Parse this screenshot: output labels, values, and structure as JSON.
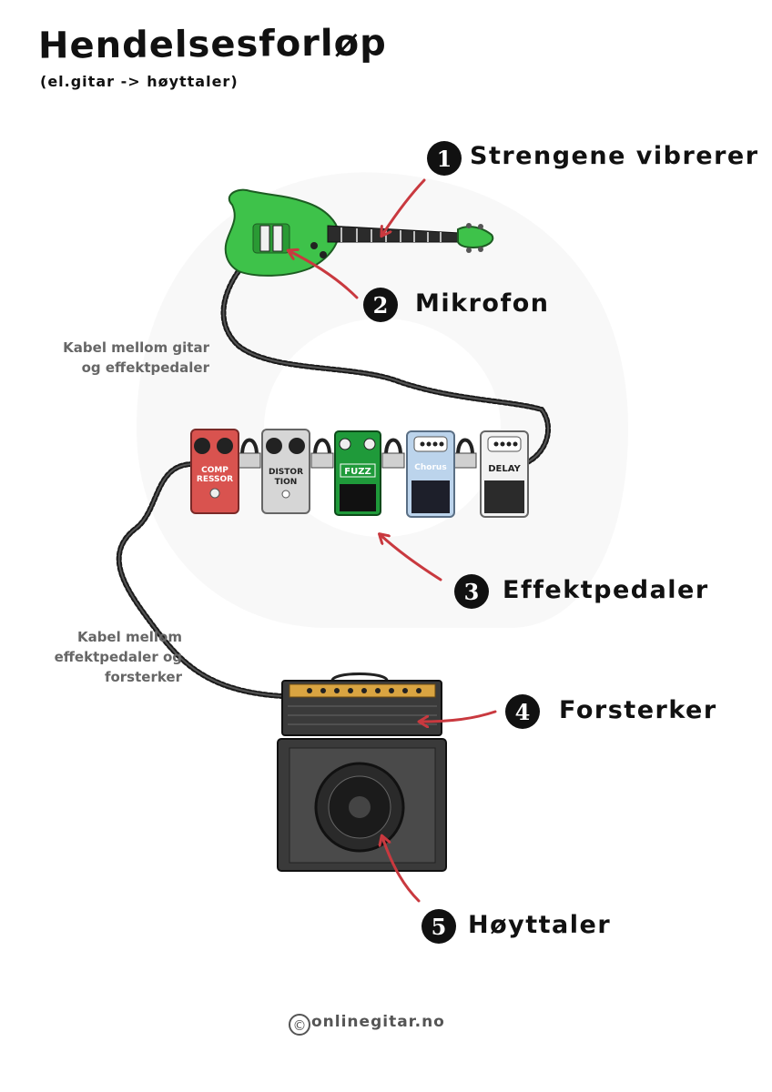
{
  "header": {
    "title": "Hendelsesforløp",
    "subtitle": "(el.gitar -> høyttaler)"
  },
  "steps": [
    {
      "number": "1",
      "label": "Strengene vibrerer"
    },
    {
      "number": "2",
      "label": "Mikrofon"
    },
    {
      "number": "3",
      "label": "Effektpedaler"
    },
    {
      "number": "4",
      "label": "Forsterker"
    },
    {
      "number": "5",
      "label": "Høyttaler"
    }
  ],
  "cable_notes": {
    "guitar_to_pedals": [
      "Kabel mellom gitar",
      "og effektpedaler"
    ],
    "pedals_to_amp": [
      "Kabel mellom",
      "effektpedaler og",
      "forsterker"
    ]
  },
  "pedals": [
    {
      "line1": "COMP",
      "line2": "RESSOR",
      "color": "#d9534f"
    },
    {
      "line1": "DISTOR",
      "line2": "TION",
      "color": "#d6d6d6"
    },
    {
      "line1": "FUZZ",
      "line2": "",
      "color": "#1f9a3a"
    },
    {
      "line1": "Chorus",
      "line2": "",
      "color": "#bcd4ec"
    },
    {
      "line1": "DELAY",
      "line2": "",
      "color": "#f2f2f2"
    }
  ],
  "colors": {
    "guitar_body": "#3ec24a",
    "arrow": "#c9393f",
    "badge": "#111111",
    "amp": "#3a3a3a",
    "amp_panel": "#d9a441"
  },
  "footer": {
    "copyright_symbol": "©",
    "site": "onlinegitar.no"
  }
}
